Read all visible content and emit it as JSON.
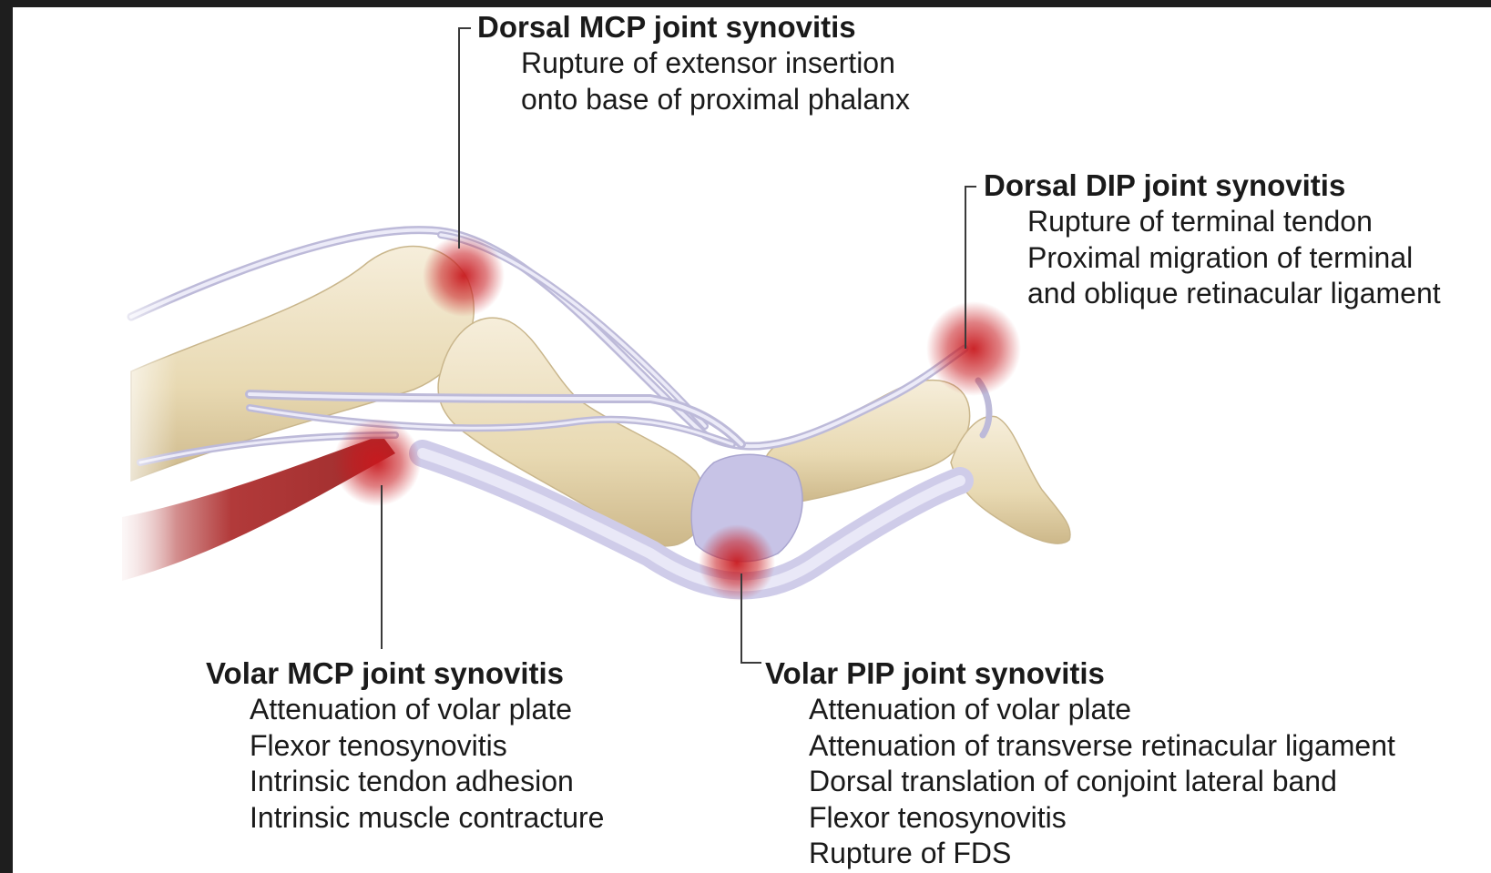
{
  "callouts": {
    "dorsal_mcp": {
      "title": "Dorsal MCP joint synovitis",
      "items": [
        "Rupture of extensor insertion",
        "onto base of proximal phalanx"
      ]
    },
    "dorsal_dip": {
      "title": "Dorsal DIP joint synovitis",
      "items": [
        "Rupture of terminal tendon",
        "Proximal migration of terminal",
        "and oblique retinacular ligament"
      ]
    },
    "volar_mcp": {
      "title": "Volar MCP joint synovitis",
      "items": [
        "Attenuation of volar plate",
        "Flexor tenosynovitis",
        "Intrinsic tendon adhesion",
        "Intrinsic muscle contracture"
      ]
    },
    "volar_pip": {
      "title": "Volar PIP joint synovitis",
      "items": [
        "Attenuation of volar plate",
        "Attenuation of transverse retinacular ligament",
        "Dorsal translation of conjoint lateral band",
        "Flexor tenosynovitis",
        "Rupture of FDS"
      ]
    }
  },
  "colors": {
    "bone": "#eadcb8",
    "tendon": "#d7d5ec",
    "synovitis": "#c8191e",
    "muscle": "#b23a3a",
    "frame": "#1e1e1e"
  }
}
